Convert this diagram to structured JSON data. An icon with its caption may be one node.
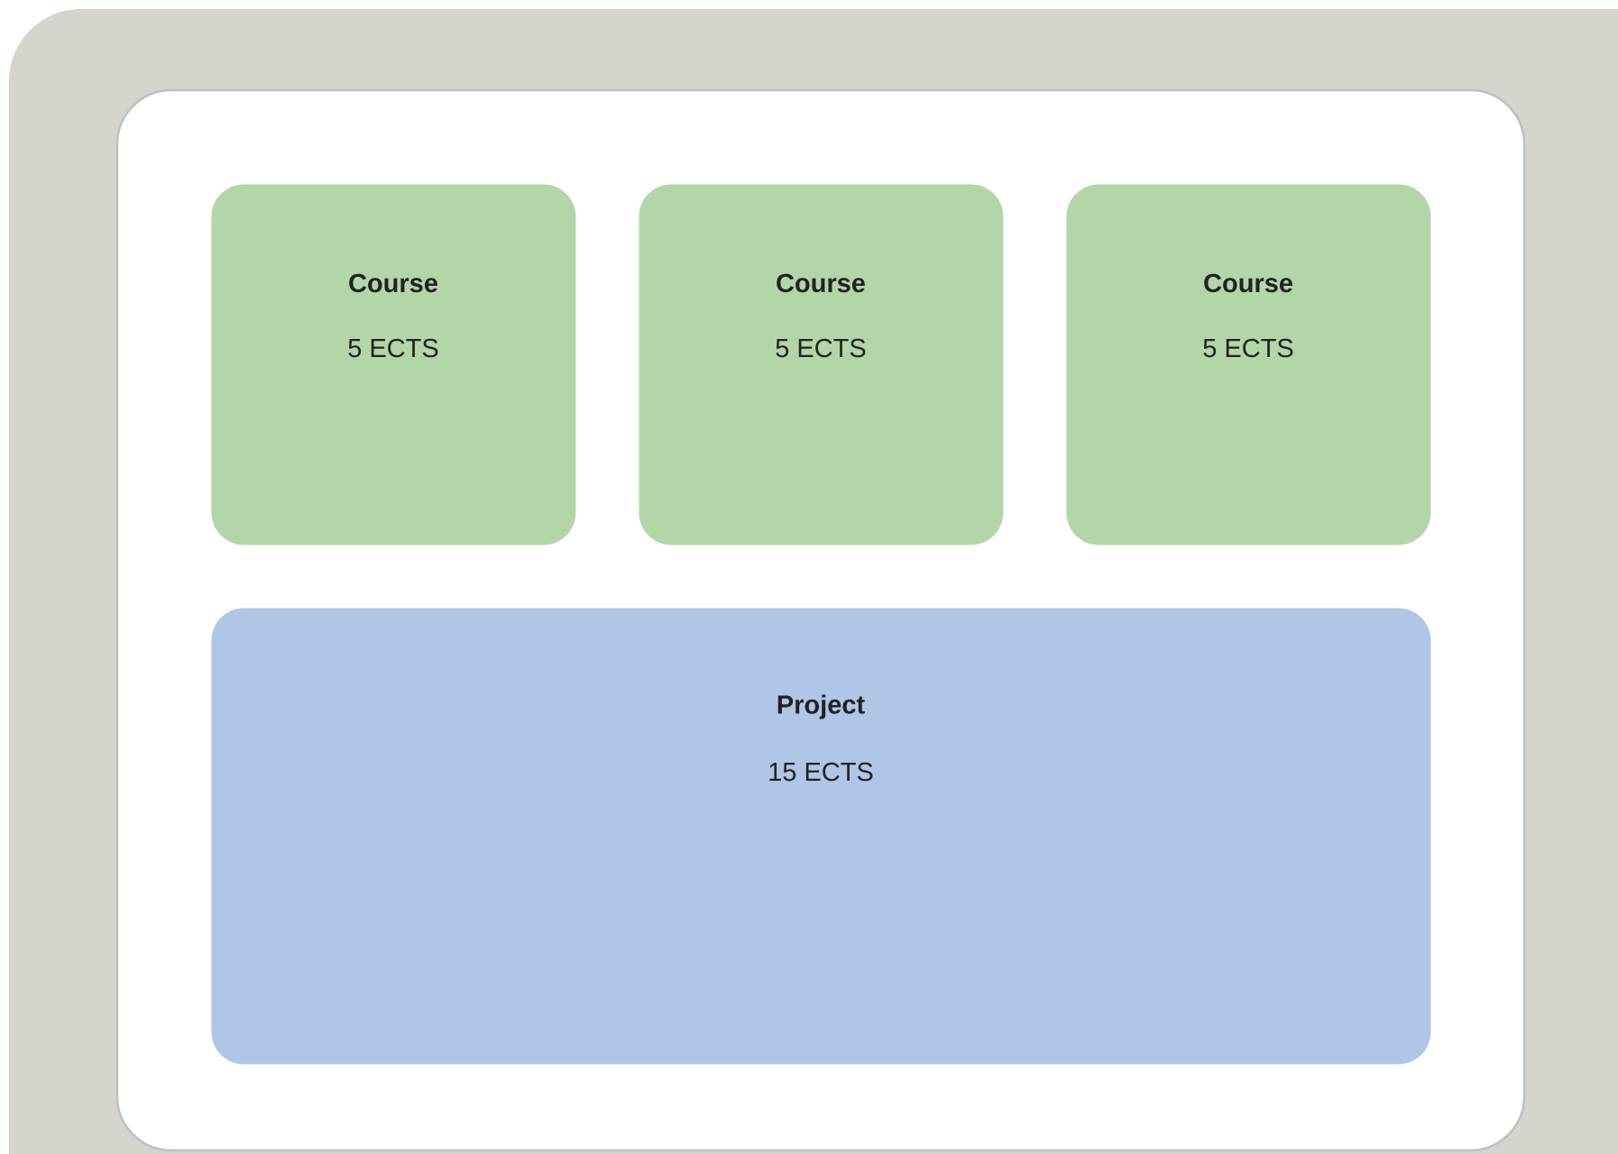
{
  "diagram": {
    "nodes": [
      {
        "text": [
          "Course",
          "5 ECTS"
        ]
      },
      {
        "text": [
          "Course",
          "5 ECTS"
        ]
      },
      {
        "text": [
          "Course",
          "5 ECTS"
        ]
      },
      {
        "text": [
          "Project",
          "15 ECTS"
        ]
      }
    ]
  }
}
